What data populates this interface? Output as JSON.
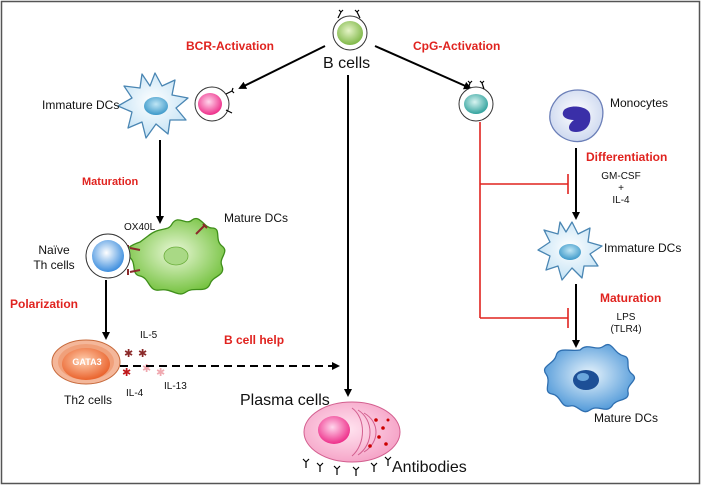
{
  "labels": {
    "b_cells": "B cells",
    "bcr_activation": "BCR-Activation",
    "cpg_activation": "CpG-Activation",
    "immature_dcs_left": "Immature DCs",
    "maturation_left": "Maturation",
    "ox40l": "OX40L",
    "mature_dcs_left": "Mature DCs",
    "naive_th_cells_line1": "Naïve",
    "naive_th_cells_line2": "Th cells",
    "polarization": "Polarization",
    "gata3": "GATA3",
    "il5": "IL-5",
    "il4": "IL-4",
    "il13": "IL-13",
    "th2_cells": "Th2 cells",
    "b_cell_help": "B cell help",
    "plasma_cells": "Plasma cells",
    "antibodies": "Antibodies",
    "monocytes": "Monocytes",
    "differentiation": "Differentiation",
    "gm_csf_line1": "GM-CSF",
    "gm_csf_line2": "+",
    "gm_csf_line3": "IL-4",
    "immature_dcs_right": "Immature DCs",
    "maturation_right": "Maturation",
    "lps_line1": "LPS",
    "lps_line2": "(TLR4)",
    "mature_dcs_right": "Mature DCs"
  },
  "colors": {
    "activation_text": "#e0231f",
    "inhibition_line": "#e0231f",
    "b_cell": "#8fc45a",
    "dc_body": "#d8ecf8",
    "mature_dc_left": "#7cc642",
    "naive_th": "#4a9de0",
    "th2_cell": "#e8622a",
    "plasma_cell": "#f5a3c8",
    "cpg_b_cell": "#3aa9a4",
    "monocyte_nucleus": "#3a2fa8",
    "mature_dc_right": "#3b8fd6"
  }
}
